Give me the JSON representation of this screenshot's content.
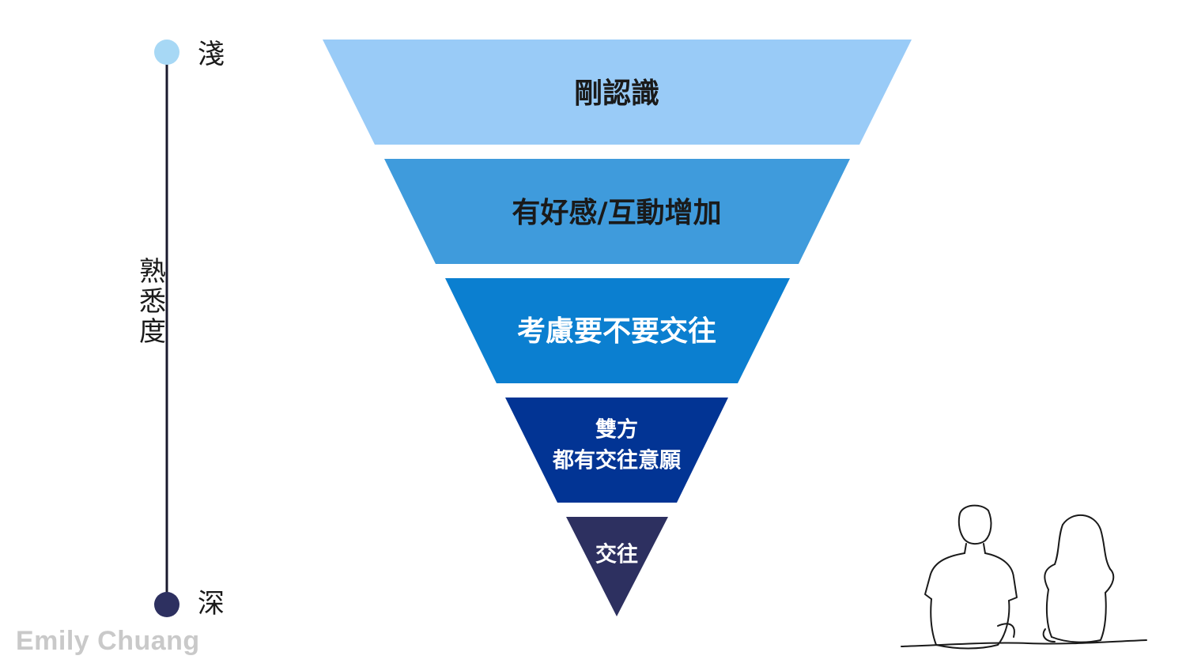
{
  "scale": {
    "top_label": "淺",
    "bottom_label": "深",
    "axis_title": "熟悉度",
    "top_color": "#a7d8f5",
    "bottom_color": "#2d3060",
    "line_color": "#1a1a2e"
  },
  "funnel": {
    "levels": [
      {
        "lines": [
          "剛認識"
        ],
        "fill": "#99cbf7",
        "text_color": "#1a1a1a"
      },
      {
        "lines": [
          "有好感/互動增加"
        ],
        "fill": "#3f9bdc",
        "text_color": "#1a1a1a"
      },
      {
        "lines": [
          "考慮要不要交往"
        ],
        "fill": "#0b7fd0",
        "text_color": "#ffffff"
      },
      {
        "lines": [
          "雙方",
          "都有交往意願"
        ],
        "fill": "#023494",
        "text_color": "#ffffff"
      },
      {
        "lines": [
          "交往"
        ],
        "fill": "#2d3060",
        "text_color": "#ffffff"
      }
    ]
  },
  "watermark": "Emily Chuang",
  "illustration": {
    "icon": "sitting-couple-line-drawing"
  }
}
